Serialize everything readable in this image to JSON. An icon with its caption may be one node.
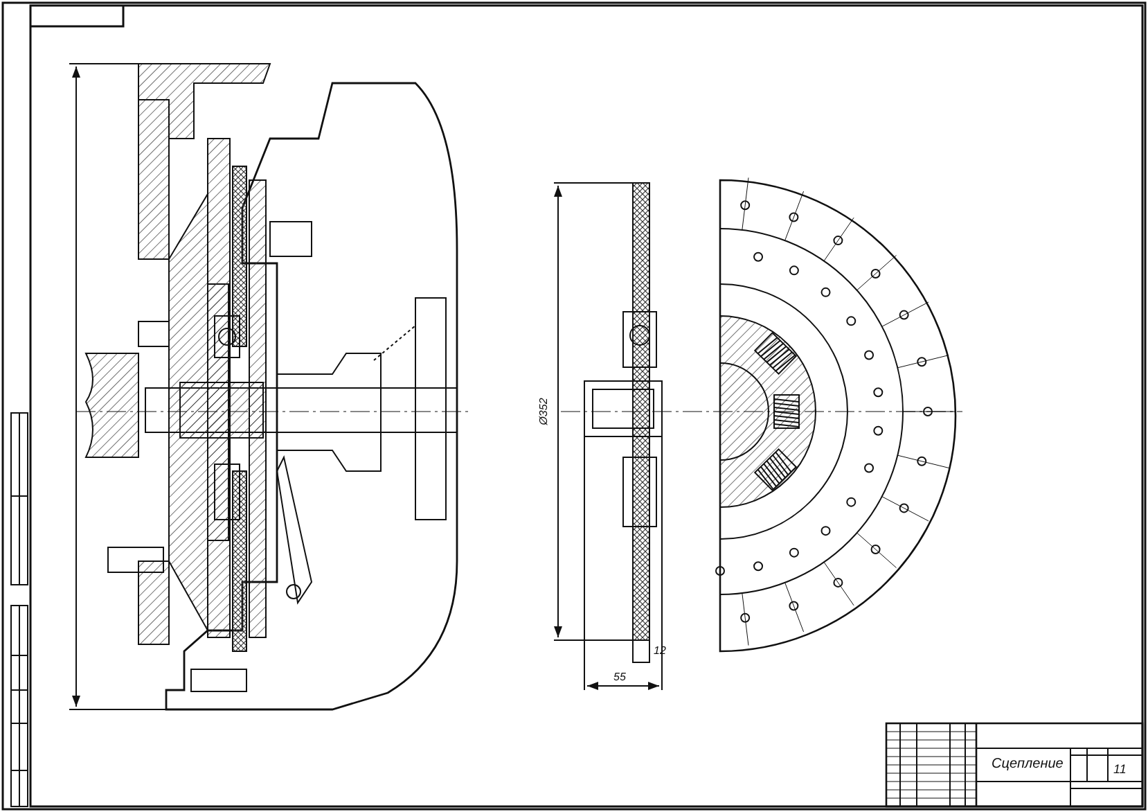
{
  "diagram": {
    "labels": [
      "Ø352",
      "12",
      "55",
      "Сцепление",
      "11"
    ]
  }
}
